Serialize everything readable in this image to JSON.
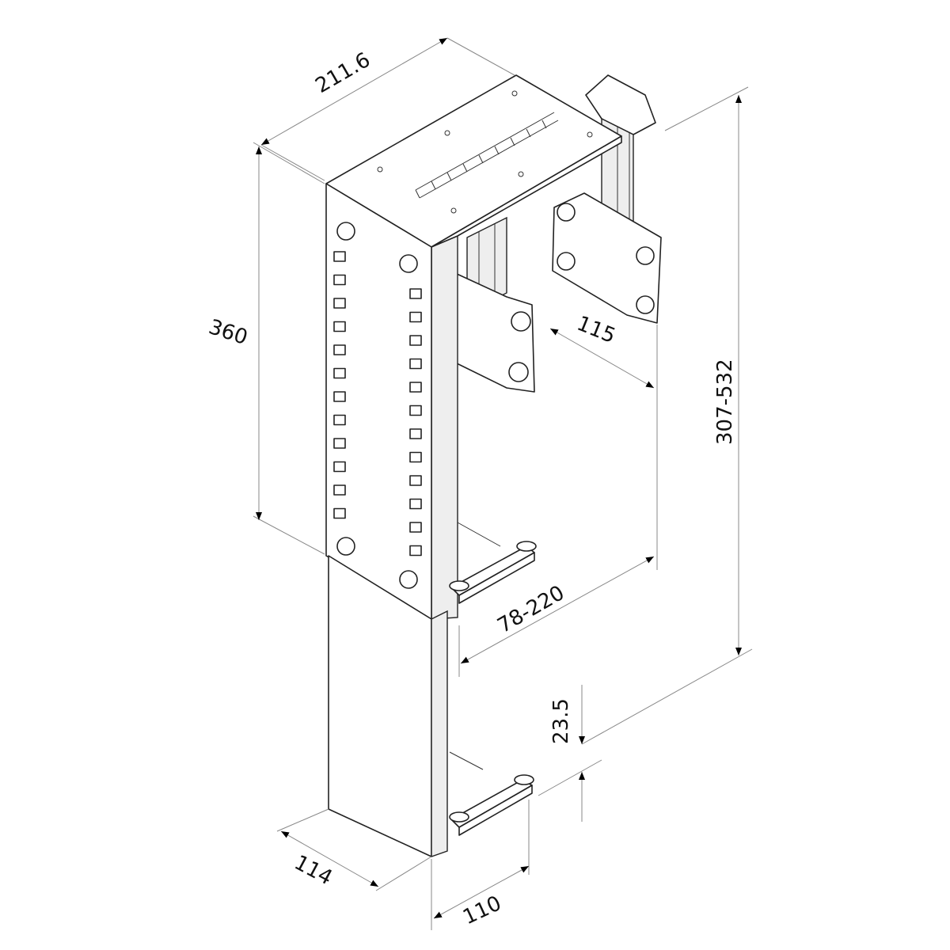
{
  "dimensions": {
    "depth": "211.6",
    "height": "360",
    "plate_spacing": "115",
    "total_height": "307-532",
    "clamp_range": "78-220",
    "foot_height": "23.5",
    "column_depth": "114",
    "column_width": "110"
  },
  "colors": {
    "line": "#222222",
    "dimension": "#888888",
    "background": "#ffffff"
  }
}
